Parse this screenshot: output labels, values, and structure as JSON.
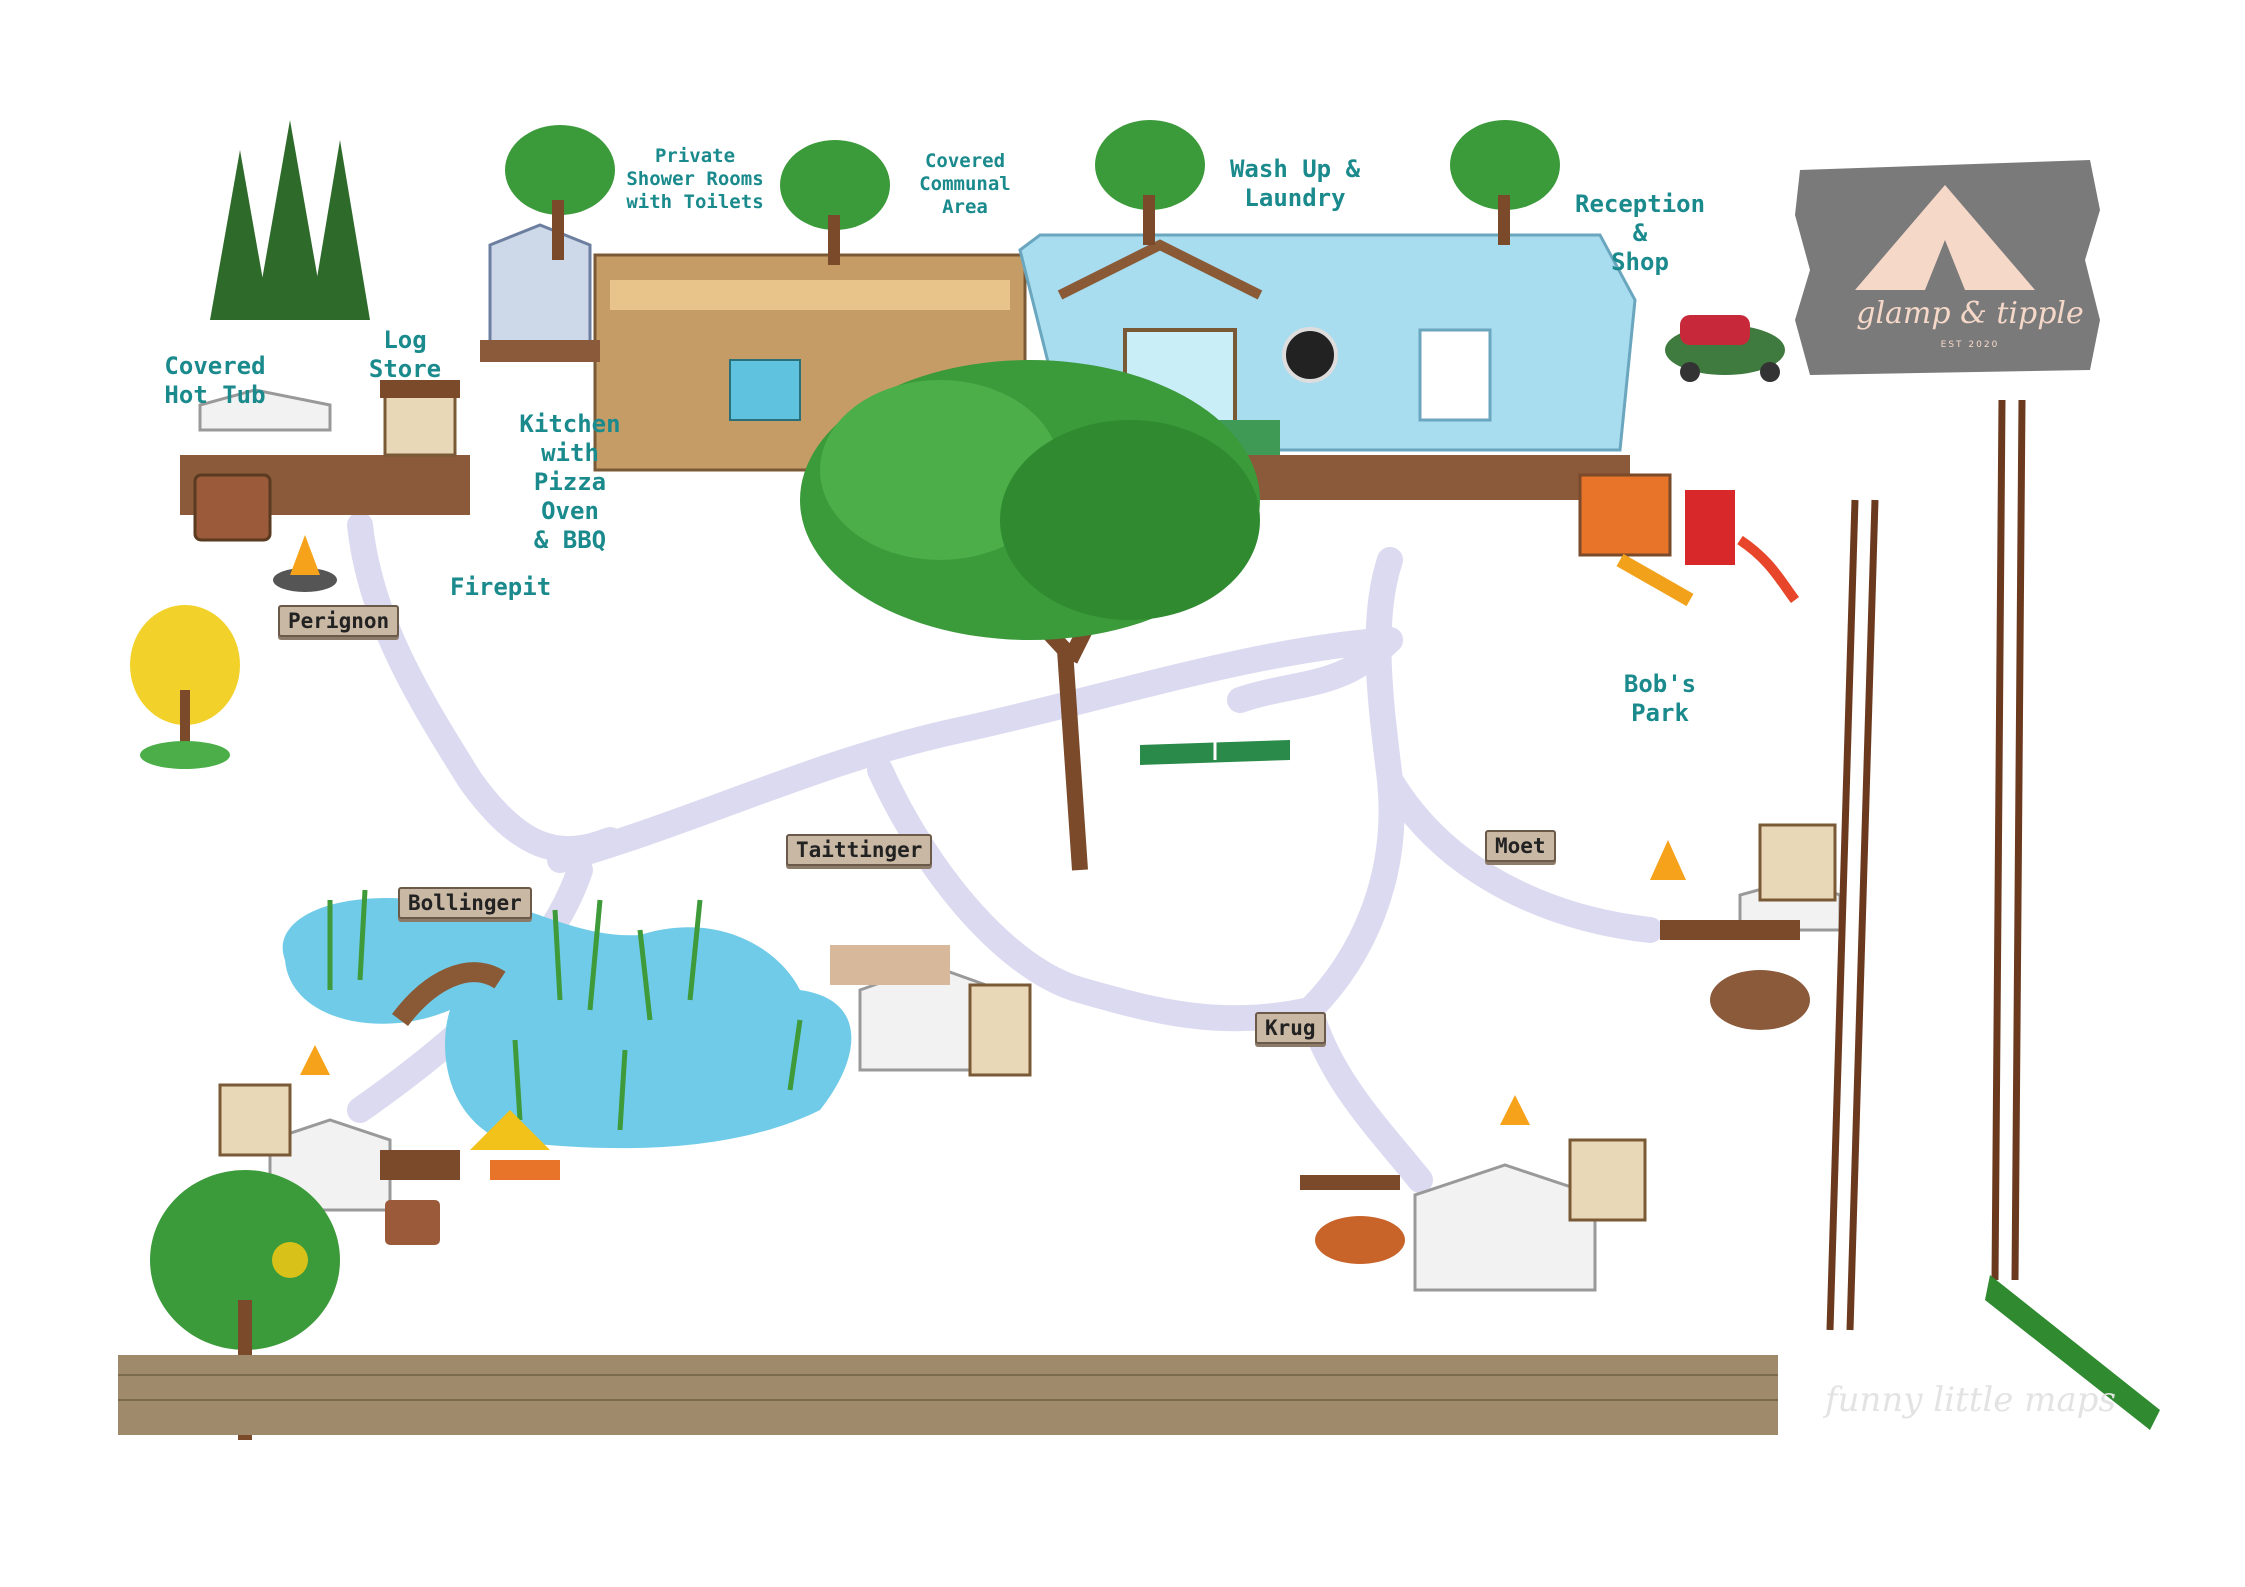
{
  "brand": {
    "name": "glamp & tipple",
    "est": "EST 2020"
  },
  "credit": "funny little maps",
  "labels": {
    "covered_hot_tub": "Covered\nHot Tub",
    "log_store": "Log Store",
    "kitchen": "Kitchen\nwith\nPizza Oven\n& BBQ",
    "firepit": "Firepit",
    "shower_rooms": "Private\nShower Rooms\nwith Toilets",
    "communal_area": "Covered\nCommunal\nArea",
    "wash_up": "Wash Up &\nLaundry",
    "reception": "Reception\n&\nShop",
    "bobs_park": "Bob's Park"
  },
  "pitches": {
    "perignon": "Perignon",
    "bollinger": "Bollinger",
    "taittinger": "Taittinger",
    "krug": "Krug",
    "moet": "Moet"
  },
  "colors": {
    "path": "#dcdaf0",
    "water": "#6fcbe8",
    "tree": "#3b9a3a",
    "fence": "#a08a6c",
    "accent": "#1a8a8c",
    "logo_bg": "#7a7a7a",
    "logo_tent": "#f6d8c9"
  }
}
